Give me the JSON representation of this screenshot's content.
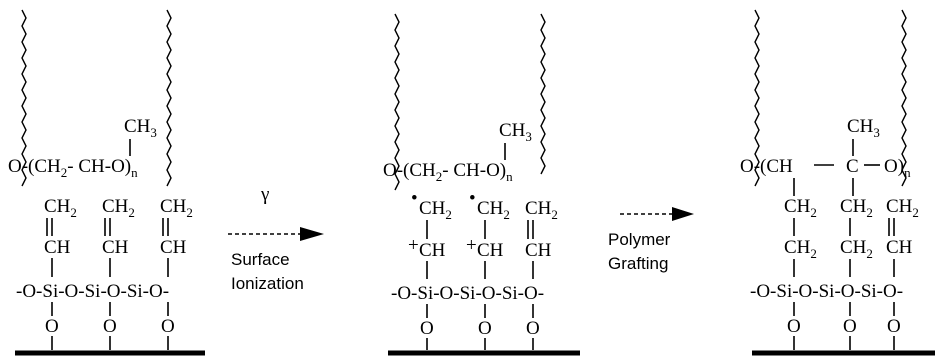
{
  "chem": {
    "ch3": "CH",
    "sub3": "3",
    "chain_start": "O-(CH",
    "sub2": "2",
    "chain_mid": "- CH-O)",
    "sub_n": "n",
    "ch2": "CH",
    "ch": "CH",
    "si_row": "-O-Si-O-Si-O-Si-O-",
    "o": "O",
    "plus": "+",
    "dot": "•",
    "graft_ch": "O-(CH",
    "graft_c": "C",
    "graft_o": "O)"
  },
  "arrows": {
    "first_symbol": "γ",
    "first_label_1": "Surface",
    "first_label_2": "Ionization",
    "second_label_1": "Polymer",
    "second_label_2": "Grafting"
  }
}
